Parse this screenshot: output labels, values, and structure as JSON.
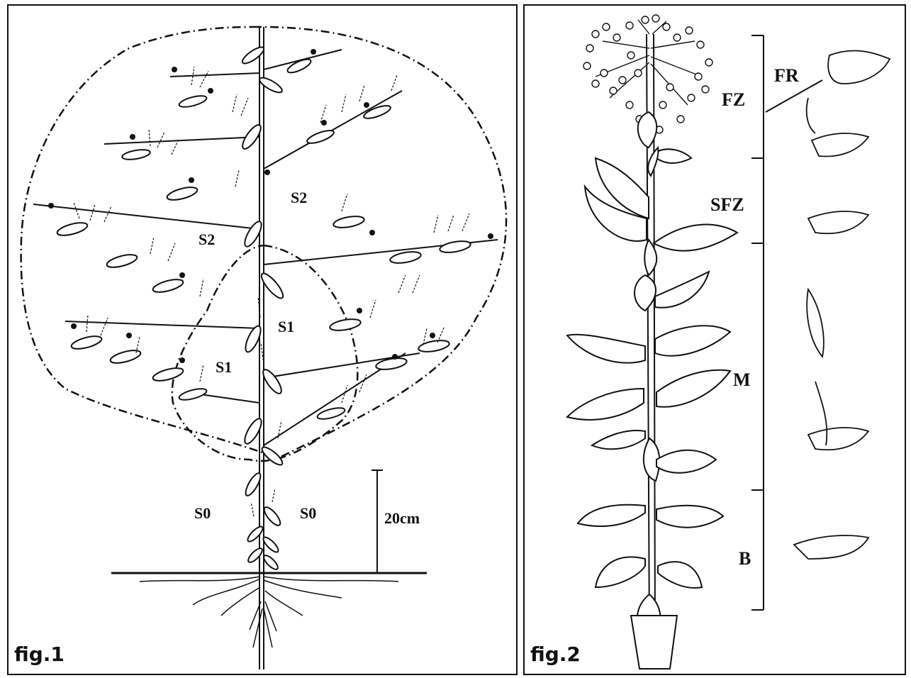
{
  "figure1": {
    "caption": "fig.1",
    "zone_labels": [
      "S2",
      "S2",
      "S1",
      "S1",
      "S0",
      "S0"
    ],
    "scale_bar_label": "20cm"
  },
  "figure2": {
    "caption": "fig.2",
    "zone_labels": [
      "FZ",
      "SFZ",
      "M",
      "B"
    ],
    "callout_label": "FR"
  }
}
